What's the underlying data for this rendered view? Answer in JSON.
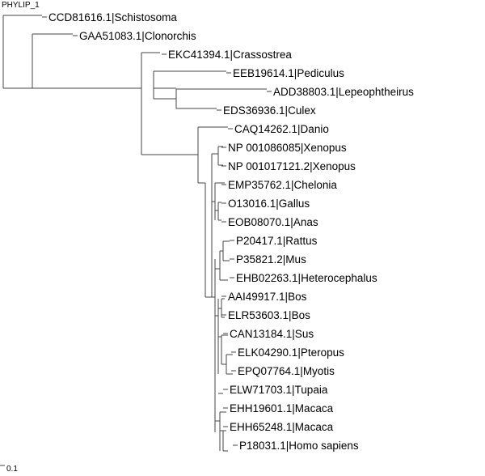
{
  "tree_title": "PHYLIP_1",
  "scale_label": "0.1",
  "leaves": [
    "CCD81616.1|Schistosoma",
    "GAA51083.1|Clonorchis",
    "EKC41394.1|Crassostrea",
    "EEB19614.1|Pediculus",
    "ADD38803.1|Lepeophtheirus",
    "EDS36936.1|Culex",
    "CAQ14262.1|Danio",
    "NP 001086085|Xenopus",
    "NP 001017121.2|Xenopus",
    "EMP35762.1|Chelonia",
    "O13016.1|Gallus",
    "EOB08070.1|Anas",
    "P20417.1|Rattus",
    "P35821.2|Mus",
    "EHB02263.1|Heterocephalus",
    "AAI49917.1|Bos",
    "ELR53603.1|Bos",
    "CAN13184.1|Sus",
    "ELK04290.1|Pteropus",
    "EPQ07764.1|Myotis",
    "ELW71703.1|Tupaia",
    "EHH19601.1|Macaca",
    "EHH65248.1|Macaca",
    "P18031.1|Homo sapiens"
  ]
}
